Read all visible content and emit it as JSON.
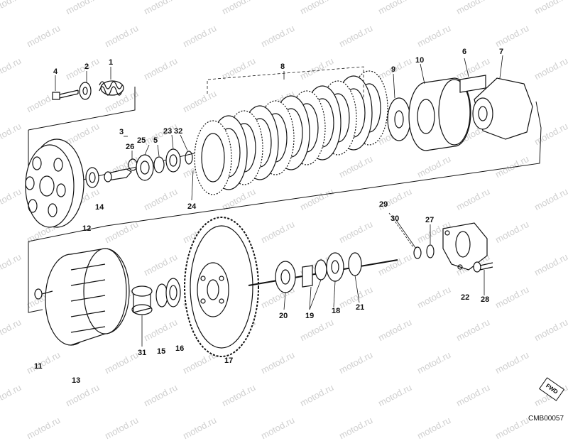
{
  "watermark": "motod.ru",
  "diagram_code": "CMB00057",
  "fwd_label": "FWD",
  "callouts": [
    "1",
    "2",
    "3",
    "4",
    "5",
    "6",
    "7",
    "8",
    "9",
    "10",
    "11",
    "12",
    "13",
    "14",
    "15",
    "16",
    "17",
    "18",
    "19",
    "20",
    "21",
    "22",
    "23",
    "24",
    "25",
    "26",
    "27",
    "28",
    "29",
    "30",
    "31",
    "32"
  ]
}
